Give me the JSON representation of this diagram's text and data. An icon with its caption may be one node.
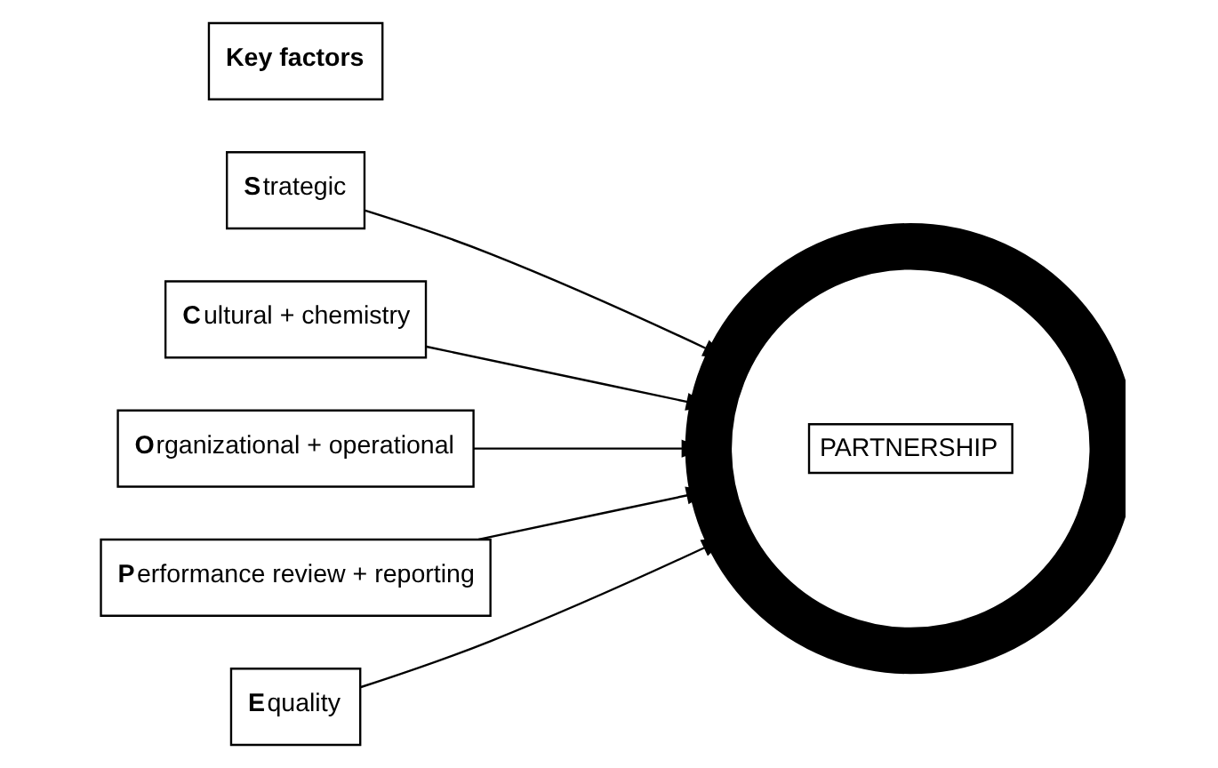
{
  "diagram": {
    "nodes": [
      {
        "text": [
          "Key factors"
        ]
      },
      {
        "text": [
          "**S**trategic"
        ]
      },
      {
        "text": [
          "**C**ultural + chemistry"
        ]
      },
      {
        "text": [
          "**O**rganizational + operational"
        ]
      },
      {
        "text": [
          "**P**erformance review + reporting"
        ]
      },
      {
        "text": [
          "**E**quality"
        ]
      },
      {
        "text": [
          "PARTNERSHIP"
        ]
      }
    ],
    "edges": [
      {
        "from": 1,
        "to": 6,
        "arrow": "to"
      },
      {
        "from": 2,
        "to": 6,
        "arrow": "to"
      },
      {
        "from": 3,
        "to": 6,
        "arrow": "to"
      },
      {
        "from": 4,
        "to": 6,
        "arrow": "to"
      },
      {
        "from": 5,
        "to": 6,
        "arrow": "to"
      }
    ]
  }
}
